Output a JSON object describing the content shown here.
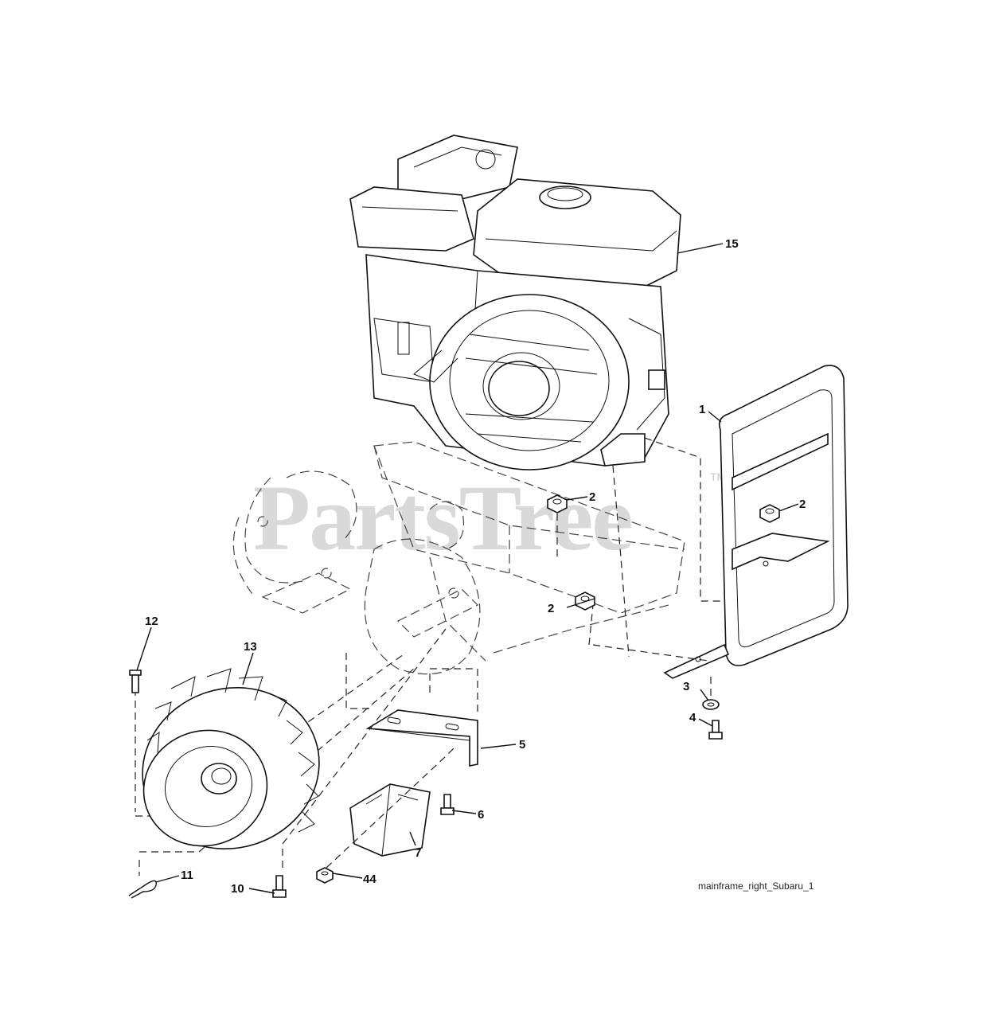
{
  "diagram": {
    "callouts": {
      "c1": "1",
      "c2a": "2",
      "c2b": "2",
      "c2c": "2",
      "c3": "3",
      "c4": "4",
      "c5": "5",
      "c6": "6",
      "c7": "7",
      "c10": "10",
      "c11": "11",
      "c12": "12",
      "c13": "13",
      "c15": "15",
      "c44": "44"
    },
    "caption": "mainframe_right_Subaru_1",
    "watermark": "PartsTree",
    "watermark_tm": "TM"
  }
}
